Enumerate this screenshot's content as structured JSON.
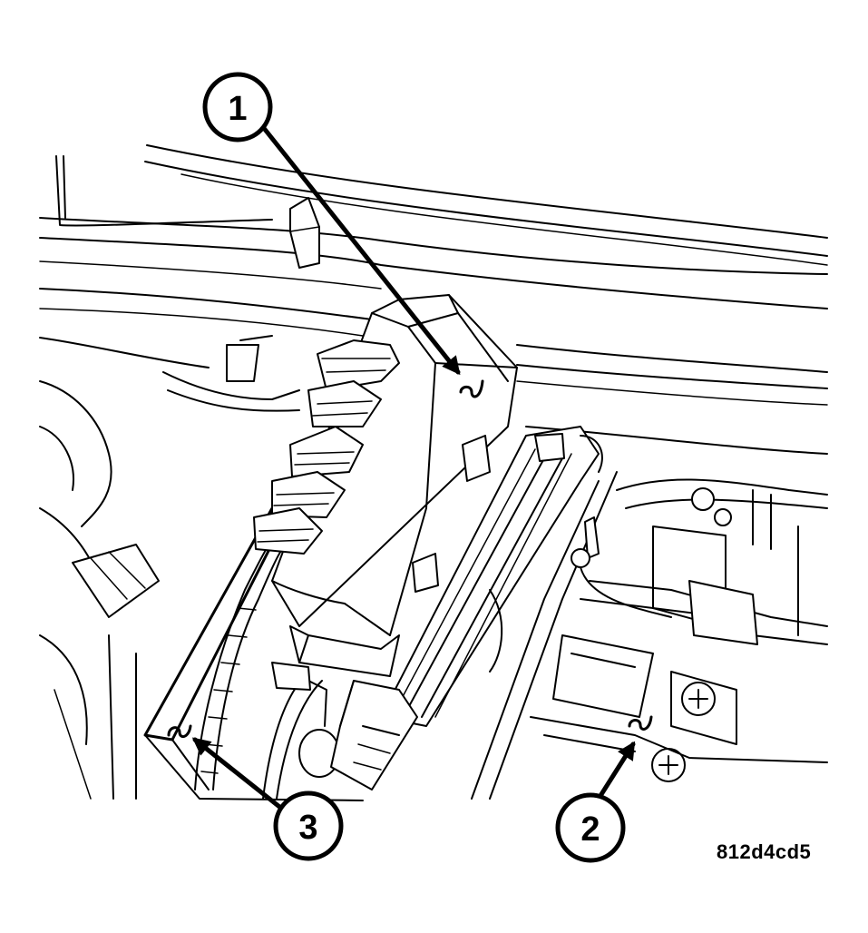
{
  "callouts": [
    {
      "id": "callout-1",
      "label": "1"
    },
    {
      "id": "callout-2",
      "label": "2"
    },
    {
      "id": "callout-3",
      "label": "3"
    }
  ],
  "figure_id": "812d4cd5"
}
